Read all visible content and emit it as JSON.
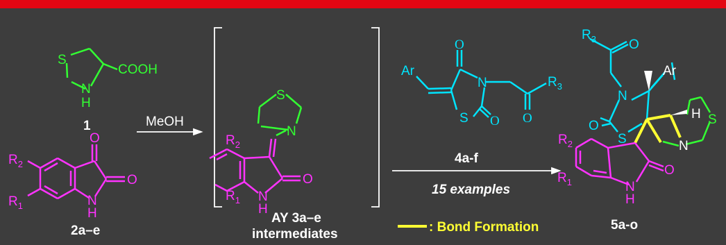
{
  "colors": {
    "background": "#3d3d3d",
    "top_bar": "#e30613",
    "green": "#33ff33",
    "magenta": "#ff33ff",
    "cyan": "#00e5ff",
    "white": "#ffffff",
    "yellow": "#ffff33"
  },
  "compound_1": {
    "label": "1",
    "atom_S": "S",
    "atom_N": "N",
    "atom_H": "H",
    "group": "COOH"
  },
  "compound_2": {
    "label": "2a–e",
    "R1": "R1",
    "R2": "R2",
    "O_top": "O",
    "O_right": "O",
    "N": "N",
    "H": "H"
  },
  "step1": {
    "reagent": "MeOH"
  },
  "intermediate": {
    "label_line1": "AY 3a–e",
    "label_line2": "intermediates",
    "S": "S",
    "N_ring": "N",
    "R1": "R1",
    "R2": "R2",
    "O": "O",
    "N": "N",
    "H": "H"
  },
  "compound_4": {
    "label": "4a-f",
    "Ar": "Ar",
    "O_top": "O",
    "O_right": "O",
    "O_bottom": "O",
    "N": "N",
    "S": "S",
    "R3": "R3"
  },
  "step2": {
    "note": "15 examples"
  },
  "product": {
    "label": "5a-o",
    "R3": "R3",
    "O_ketone": "O",
    "Ar": "Ar",
    "H_stereo": "H",
    "N_imide": "N",
    "O_imide_right": "O",
    "O_imide_left": "O",
    "S_thz": "S",
    "N_pyrr": "N",
    "S_ring": "S",
    "R2": "R2",
    "R1": "R1",
    "O_oxindole": "O",
    "N_oxindole": "N",
    "H_oxindole": "H"
  },
  "legend": {
    "text": ": Bond Formation"
  }
}
